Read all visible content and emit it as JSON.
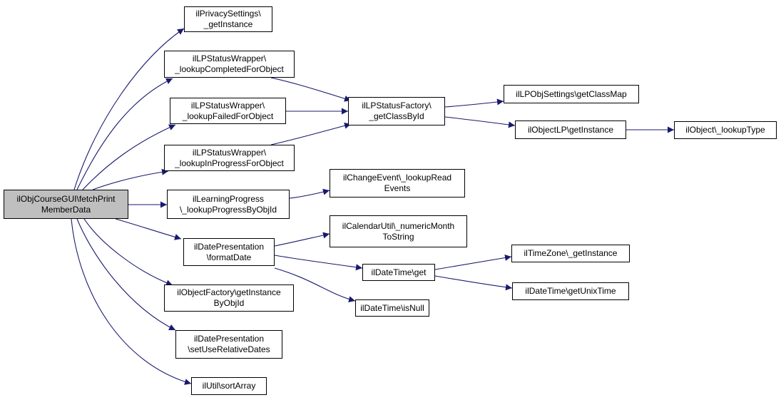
{
  "diagram": {
    "colors": {
      "edge": "#191970",
      "node_border": "#000000",
      "node_fill": "#ffffff",
      "root_fill": "#bfbfbf"
    },
    "nodes": [
      {
        "id": "root",
        "lines": [
          "ilObjCourseGUI\\fetchPrint",
          "MemberData"
        ]
      },
      {
        "id": "privacy",
        "lines": [
          "ilPrivacySettings\\",
          "_getInstance"
        ]
      },
      {
        "id": "lpsw_completed",
        "lines": [
          "ilLPStatusWrapper\\",
          "_lookupCompletedForObject"
        ]
      },
      {
        "id": "lpsw_failed",
        "lines": [
          "ilLPStatusWrapper\\",
          "_lookupFailedForObject"
        ]
      },
      {
        "id": "lpsw_inprogress",
        "lines": [
          "ilLPStatusWrapper\\",
          "_lookupInProgressForObject"
        ]
      },
      {
        "id": "learning_progress",
        "lines": [
          "ilLearningProgress",
          "\\_lookupProgressByObjId"
        ]
      },
      {
        "id": "datepres_format",
        "lines": [
          "ilDatePresentation",
          "\\formatDate"
        ]
      },
      {
        "id": "objfactory",
        "lines": [
          "ilObjectFactory\\getInstance",
          "ByObjId"
        ]
      },
      {
        "id": "datepres_setrel",
        "lines": [
          "ilDatePresentation",
          "\\setUseRelativeDates"
        ]
      },
      {
        "id": "util_sort",
        "lines": [
          "ilUtil\\sortArray"
        ]
      },
      {
        "id": "lpsf_classbyid",
        "lines": [
          "ilLPStatusFactory\\",
          "_getClassById"
        ]
      },
      {
        "id": "changeevent",
        "lines": [
          "ilChangeEvent\\_lookupRead",
          "Events"
        ]
      },
      {
        "id": "calendarutil",
        "lines": [
          "ilCalendarUtil\\_numericMonth",
          "ToString"
        ]
      },
      {
        "id": "datetime_get",
        "lines": [
          "ilDateTime\\get"
        ]
      },
      {
        "id": "datetime_isnull",
        "lines": [
          "ilDateTime\\isNull"
        ]
      },
      {
        "id": "lpobj_classmap",
        "lines": [
          "ilLPObjSettings\\getClassMap"
        ]
      },
      {
        "id": "objectlp_getinstance",
        "lines": [
          "ilObjectLP\\getInstance"
        ]
      },
      {
        "id": "object_lookuptype",
        "lines": [
          "ilObject\\_lookupType"
        ]
      },
      {
        "id": "timezone_getinstance",
        "lines": [
          "ilTimeZone\\_getInstance"
        ]
      },
      {
        "id": "datetime_unixtime",
        "lines": [
          "ilDateTime\\getUnixTime"
        ]
      }
    ],
    "edges": [
      {
        "from": "root",
        "to": "privacy"
      },
      {
        "from": "root",
        "to": "lpsw_completed"
      },
      {
        "from": "root",
        "to": "lpsw_failed"
      },
      {
        "from": "root",
        "to": "lpsw_inprogress"
      },
      {
        "from": "root",
        "to": "learning_progress"
      },
      {
        "from": "root",
        "to": "datepres_format"
      },
      {
        "from": "root",
        "to": "objfactory"
      },
      {
        "from": "root",
        "to": "datepres_setrel"
      },
      {
        "from": "root",
        "to": "util_sort"
      },
      {
        "from": "lpsw_completed",
        "to": "lpsf_classbyid"
      },
      {
        "from": "lpsw_failed",
        "to": "lpsf_classbyid"
      },
      {
        "from": "lpsw_inprogress",
        "to": "lpsf_classbyid"
      },
      {
        "from": "lpsf_classbyid",
        "to": "lpobj_classmap"
      },
      {
        "from": "lpsf_classbyid",
        "to": "objectlp_getinstance"
      },
      {
        "from": "objectlp_getinstance",
        "to": "object_lookuptype"
      },
      {
        "from": "learning_progress",
        "to": "changeevent"
      },
      {
        "from": "datepres_format",
        "to": "calendarutil"
      },
      {
        "from": "datepres_format",
        "to": "datetime_get"
      },
      {
        "from": "datepres_format",
        "to": "datetime_isnull"
      },
      {
        "from": "datetime_get",
        "to": "timezone_getinstance"
      },
      {
        "from": "datetime_get",
        "to": "datetime_unixtime"
      }
    ]
  }
}
